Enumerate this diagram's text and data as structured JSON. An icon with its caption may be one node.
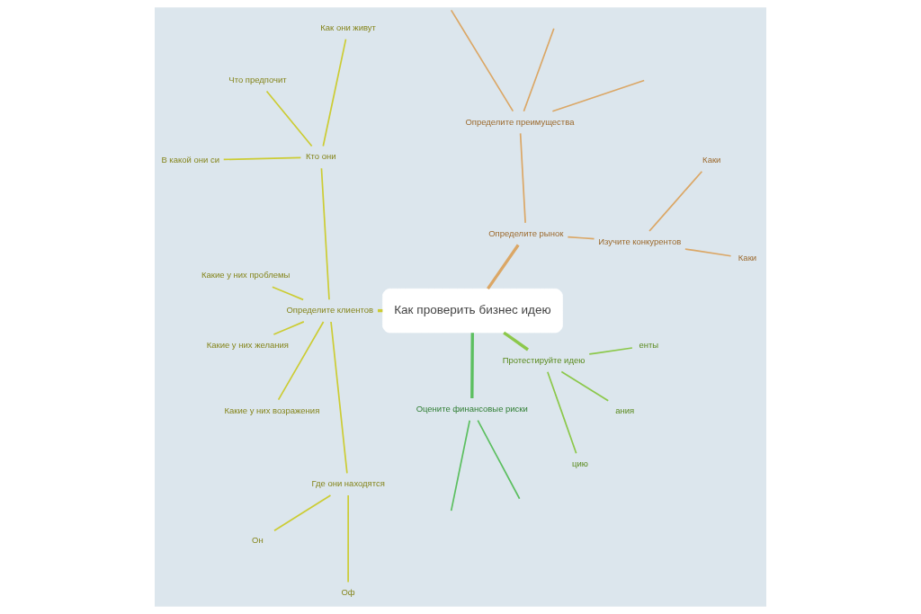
{
  "diagram": {
    "nodes": [
      {
        "text": [
          "Как проверить бизнес идею"
        ]
      },
      {
        "text": [
          "Определите рынок"
        ]
      },
      {
        "text": [
          "Изучите конкурентов"
        ]
      },
      {
        "text": [
          "Каки"
        ]
      },
      {
        "text": [
          "Каки"
        ]
      },
      {
        "text": [
          "Определите преимущества"
        ]
      },
      {
        "text": [
          "Определите клиентов"
        ]
      },
      {
        "text": [
          "Кто они"
        ]
      },
      {
        "text": [
          "Как они живут"
        ]
      },
      {
        "text": [
          "Что предпочит"
        ]
      },
      {
        "text": [
          "В какой они си"
        ]
      },
      {
        "text": [
          "Какие у них проблемы"
        ]
      },
      {
        "text": [
          "Какие у них желания"
        ]
      },
      {
        "text": [
          "Какие у них возражения"
        ]
      },
      {
        "text": [
          "Где они находятся"
        ]
      },
      {
        "text": [
          "Он"
        ]
      },
      {
        "text": [
          "Оф"
        ]
      },
      {
        "text": [
          "Оцените финансовые риски"
        ]
      },
      {
        "text": [
          "Протестируйте идею"
        ]
      },
      {
        "text": [
          "цию"
        ]
      },
      {
        "text": [
          "ания"
        ]
      },
      {
        "text": [
          "енты"
        ]
      }
    ],
    "edges": [
      {
        "from": 0,
        "to": 1,
        "arrow": "none",
        "style": "thick",
        "color": "#dba766"
      },
      {
        "from": 1,
        "to": 2,
        "arrow": "none",
        "color": "#dba766"
      },
      {
        "from": 2,
        "to": 3,
        "arrow": "none",
        "color": "#dba766"
      },
      {
        "from": 2,
        "to": 4,
        "arrow": "none",
        "color": "#dba766"
      },
      {
        "from": 1,
        "to": 5,
        "arrow": "none",
        "color": "#dba766"
      },
      {
        "from": 5,
        "to": null,
        "arrow": "none",
        "color": "#dba766"
      },
      {
        "from": 5,
        "to": null,
        "arrow": "none",
        "color": "#dba766"
      },
      {
        "from": 5,
        "to": null,
        "arrow": "none",
        "color": "#dba766"
      },
      {
        "from": 0,
        "to": 6,
        "arrow": "none",
        "style": "thick"
      },
      {
        "from": 6,
        "to": 7,
        "arrow": "none"
      },
      {
        "from": 7,
        "to": 8,
        "arrow": "none"
      },
      {
        "from": 7,
        "to": 9,
        "arrow": "none"
      },
      {
        "from": 7,
        "to": 10,
        "arrow": "none"
      },
      {
        "from": 6,
        "to": 11,
        "arrow": "none"
      },
      {
        "from": 6,
        "to": 12,
        "arrow": "none"
      },
      {
        "from": 6,
        "to": 13,
        "arrow": "none"
      },
      {
        "from": 6,
        "to": 14,
        "arrow": "none"
      },
      {
        "from": 14,
        "to": 15,
        "arrow": "none"
      },
      {
        "from": 14,
        "to": 16,
        "arrow": "none"
      },
      {
        "from": 0,
        "to": 17,
        "arrow": "none",
        "style": "thick",
        "color": "#5cbf60"
      },
      {
        "from": 17,
        "to": null,
        "arrow": "none",
        "color": "#5cbf60"
      },
      {
        "from": 17,
        "to": null,
        "arrow": "none",
        "color": "#5cbf60"
      },
      {
        "from": 0,
        "to": 18,
        "arrow": "none",
        "style": "thick",
        "color": "#8cc84b"
      },
      {
        "from": 18,
        "to": 19,
        "arrow": "none",
        "color": "#8cc84b"
      },
      {
        "from": 18,
        "to": 20,
        "arrow": "none",
        "color": "#8cc84b"
      },
      {
        "from": 18,
        "to": 21,
        "arrow": "none",
        "color": "#8cc84b"
      }
    ]
  }
}
